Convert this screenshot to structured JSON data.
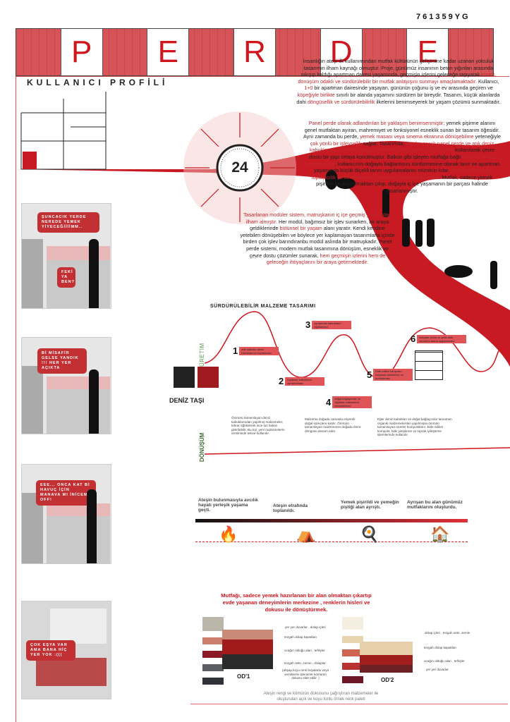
{
  "student_code": "761359YG",
  "header": {
    "letters": [
      "P",
      "E",
      "R",
      "D",
      "E"
    ]
  },
  "profile": {
    "title": "KULLANICI PROFİLİ"
  },
  "clock": {
    "number": "24"
  },
  "intro": {
    "p1": [
      "İnsanlığın ateşi ilk kullanımından mutfak kültürünün gelişimine kadar uzanan yolculuk tasarımın ilham kaynağı olmuştur. Proje, günümüz insanının beton yığınları arasında sıkışıp kaldığı apartman dairesi yaşamında, geçmişin izlerini geleceğe taşıyarak ",
      "esnek, dönüşüm odaklı ve sürdürülebilir bir mutfak anlayışını sunmayı amaçlamaktadır.",
      " Kullanıcı, ",
      "1+0",
      " bir apartman dairesinde yaşayan, gününün çoğunu iş ve ev arasında geçiren ve ",
      "köpeğiyle birlikte",
      " sınırlı bir alanda yaşamını sürdüren bir bireydir.  Tasarım, küçük alanlarda dahi ",
      "döngüsellik ve sürdürülebilirlik",
      " ilkelerini benimseyerek bir yaşam çözümü sunmaktadır."
    ],
    "p2": [
      "Panel perde olarak adlandırılan bir yaklaşım benimsenmiştir;",
      " yemek pişirme alanını genel mutfaktan ayıran, mahremiyet ve fonksiyonel esneklik sunan bir tasarım öğesidir. Aynı zamanda bu perde, ",
      "yemek masası veya sinema ekranına dönüşebilme",
      " yeteneğiyle ",
      "çok yönlü bir işlevsellik",
      " sağlar. Tasarımda, ",
      "bambu esaslı panel perde ve atık deniz kabuklarından üretilen tezgah mermeri ile tezgahüstü seramikler",
      " kullanılarak çevre dostu bir yapı ortaya konulmuştur. Balkon gibi işleyen mutfağa bağlı ",
      "ekim ve sebze kurutma alanı",
      ", kullanıcının doğayla bağlantısını sürdürmesine olanak tanır ve apartman yaşamında küçük ölçekli tarım uygulamalarını mümkün kılar. ",
      "Göçebe hayattaki toplayıcılık ve tarım geleneğini modern yaşamla birleştirir.",
      " Mutfak, sadece yemek pişirilen bir alan olmaktan çıkıp, doğayla iç içe yaşamanın bir parçası halinde tasarlanmıştır."
    ],
    "p3": [
      "Tasarlanan modüler sistem, matruşkanın iç içe geçmiş yapısından ilham almıştır.",
      " Her modül, bağımsız bir işlev sunarken, bir araya geldiklerinde ",
      "bütünsel bir yaşam",
      " alanı yaratır. Kendi kendine yetebilen dönüşebilen ve böylece yer kaplamayan tasarımlarla içinde birden çok işlev barındıranbu modül aslında bir matruşkadır. Panel perde sistemi, modern mutfak tasarımına dönüşüm, esneklik ve çevre dostu çözümler sunarak, ",
      "hem geçmişin izlerini hem de geleceğin ihtiyaçlarını bir araya getirmektedir."
    ]
  },
  "bubbles": [
    "ŞUNCACIK YERDE NEREDE YEMEK YİYECEĞİİİİMM..",
    "FEKİ YA BEN?",
    "Bİ MİSAFİR GELSE YANDIK !!! HER YER AÇIKTA",
    "EEE... ONCA KAT Bİ HAVUÇ İÇİN MANAVA MI İNİCEM OFF!",
    "ÇOK EŞYA VAR AMA BANA HİÇ YER YOK :((("
  ],
  "material": {
    "title": "SÜRDÜRÜLEBİLİR MALZEME TASARIMI",
    "production_label": "ÜRETİM",
    "recycle_label": "DÖNÜŞÜM",
    "stone_label": "DENİZ TAŞI",
    "steps": [
      {
        "n": "1",
        "text": "atık kabuklu deniz kabuklarının toplanması"
      },
      {
        "n": "2",
        "text": "toplanan kabukların ayrıştırılması"
      },
      {
        "n": "3",
        "text": "ayrıştırılan kabukların öğütülmesi"
      },
      {
        "n": "4",
        "text": "doğal bağlayıcılar ve öğütülen kabukların birleştirilmesi"
      },
      {
        "n": "5",
        "text": "Elde edilen karışımın kalıplara dökülmesi ve kurutulması"
      },
      {
        "n": "6",
        "text": "kalıptan çıkan ve şekil alan karoların alana uygulanması"
      }
    ],
    "recycle": [
      "Ömrünü tamamlayan deniz kabuklarından yapılmış malzemeler, tekrar öğütülerek ince toz haline getirilebilir. Bu toz, yeni malzemelerin üretiminde tekrar kullanılır.",
      "Malzeme doğada zamanla eriyerek doğal süreçlere katılır. Ömrünü tamamlayan malzemenin doğada ömrü döngüsü devam eder.",
      "Eğer deniz kabukları ve doğal bağlayıcılar tamamen organik malzemelerden yapılmışsa ömrünü tamamlayan ürünler kompostlanır. Elde edilen kompost, bitki yetiştirme ve toprak iyileştirme işlemlerinde kullanılır."
    ]
  },
  "history": [
    "Ateşin bulunmasıyla avcılık hayatı yerleşik yaşama geçti.",
    "Ateşin etrafında toplanıldı.",
    "Yemek pişirildi ve yemeğin piştiği alan ayrıştı.",
    "Ayrışan bu alan günümüz mutfaklarını oluşturdu."
  ],
  "palette": {
    "title": "Mutfağı, sadece yemek hazırlanan bir alan olmaktan çıkartıp evde yaşanan deneyimlerin merkezine , renklerin hisleri ve dokusu ile dönüştürmek.",
    "od1": {
      "name": "OD'1",
      "swatches": [
        "#bab6aa",
        "#cc7e6c",
        "#8c1a24",
        "#5a5d62",
        "#2f3236"
      ],
      "bands": [
        "#c98a78",
        "#a01b1b",
        "#2a2a2a"
      ],
      "labels": [
        "yer yer duvarlar , dolap içleri",
        "tezgah dolap kapakları",
        "ocağın olduğu alan , tefrişler",
        "tezgah üstü ,zemin , dolaplar"
      ],
      "note": "(ahşap,koyu renk boyalarla veya verniklerle işlenerek kömürün dokusu elde edilir. )"
    },
    "od2": {
      "name": "OD'2",
      "swatches": [
        "#f3eee0",
        "#e8d4ae",
        "#cf6550",
        "#b83232",
        "#6e1626"
      ],
      "bands": [
        "#e6cfaa",
        "#a01e1e",
        "#6c2224"
      ],
      "labels": [
        "dolap içleri , tezgah üstü ,zemin",
        "tezgah dolap kapakları",
        "ocağın olduğu alan , tefrişler",
        "yer yer duvarlar"
      ]
    },
    "caption": "Ateşin rengi ve kömürün dokusunu çağrıştıran malzemeler ile oluşturulan açık ve koyu tonlu örnek renk paleti"
  },
  "colors": {
    "accent": "#d0151c",
    "header": "#d65357"
  }
}
